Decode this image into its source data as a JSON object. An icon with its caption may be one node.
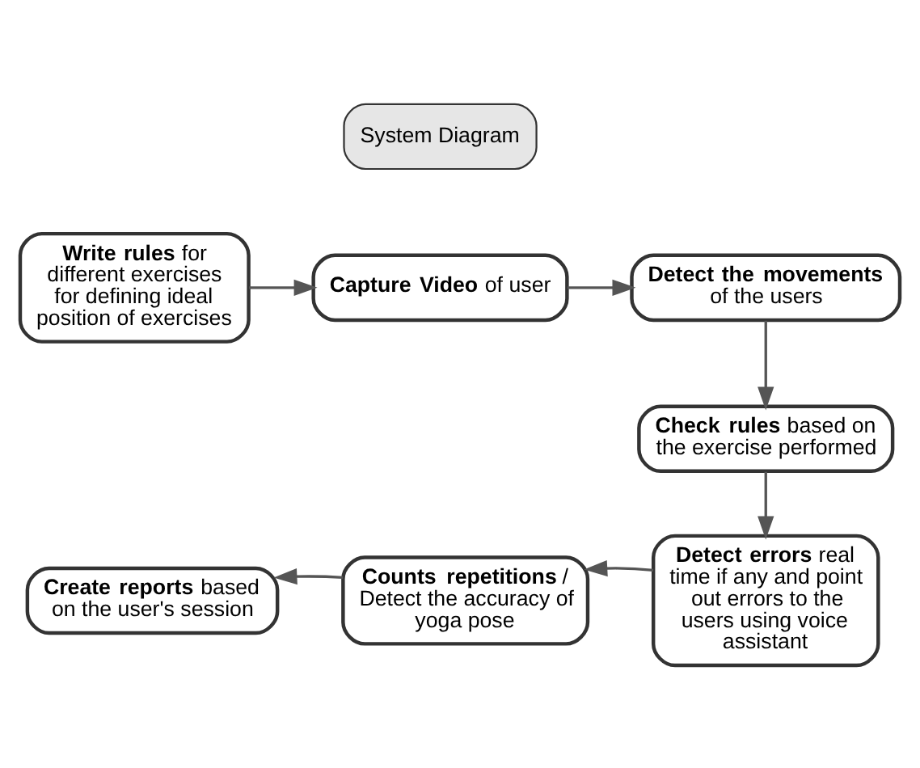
{
  "diagram": {
    "nodes": [
      {
        "text": [
          "System Diagram"
        ]
      },
      {
        "text": [
          "**Write rules** for different exercises for defining ideal position of exercises"
        ]
      },
      {
        "text": [
          "**Capture Video** of user"
        ]
      },
      {
        "text": [
          "**Detect the movements** of the users"
        ]
      },
      {
        "text": [
          "**Check rules** based on the exercise performed"
        ]
      },
      {
        "text": [
          "**Detect errors** real time if any and point out errors to the users using voice assistant"
        ]
      },
      {
        "text": [
          "**Counts repetitions**/ Detect the accuracy of yoga pose"
        ]
      },
      {
        "text": [
          "**Create reports** based on the user's session"
        ]
      }
    ],
    "edges": [
      {
        "from": 1,
        "to": 2,
        "arrow": "to"
      },
      {
        "from": 2,
        "to": 3,
        "arrow": "to"
      },
      {
        "from": 3,
        "to": 4,
        "arrow": "to"
      },
      {
        "from": 4,
        "to": 5,
        "arrow": "to"
      },
      {
        "from": 5,
        "to": 6,
        "arrow": "to"
      },
      {
        "from": 6,
        "to": 7,
        "arrow": "to"
      }
    ]
  }
}
